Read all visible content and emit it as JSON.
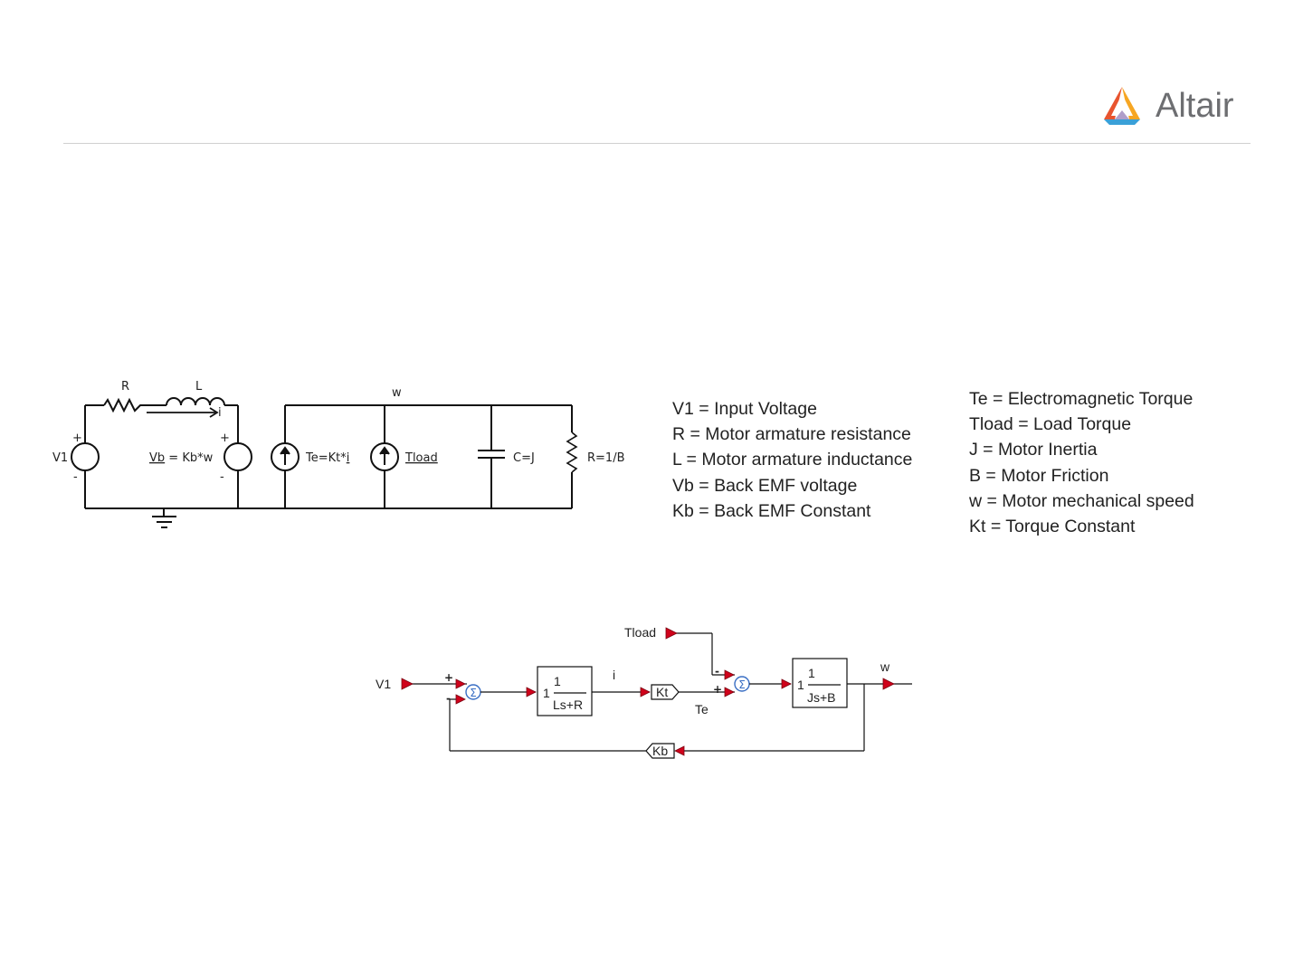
{
  "logo": {
    "text": "Altair",
    "icon": "altair-triangle-logo-icon"
  },
  "circuit": {
    "labels": {
      "R": "R",
      "L": "L",
      "i": "i",
      "w": "w",
      "V1": "V1",
      "plus_v1": "+",
      "minus_v1": "-",
      "vb_name": "Vb",
      "vb_rest": " = Kb*w",
      "plus_vb": "+",
      "minus_vb": "-",
      "te_lead": "Te=Kt*",
      "te_i": "i",
      "tload": "Tload",
      "cap": "C=J",
      "res": "R=1/B"
    }
  },
  "legend_left": [
    "V1 = Input Voltage",
    "R = Motor armature resistance",
    "L = Motor armature inductance",
    "Vb = Back EMF voltage",
    "Kb = Back EMF Constant"
  ],
  "legend_right": [
    "Te = Electromagnetic Torque",
    "Tload = Load Torque",
    "J = Motor Inertia",
    "B = Motor Friction",
    "w = Motor mechanical speed",
    "Kt = Torque Constant"
  ],
  "block": {
    "V1": "V1",
    "Tload": "Tload",
    "i": "i",
    "Te": "Te",
    "w": "w",
    "plus1": "+",
    "minus1": "-",
    "plus2": "+",
    "minus2": "-",
    "sigma": "Σ",
    "tf1_num": "1",
    "tf1_gain": "1",
    "tf1_den": "Ls+R",
    "tf2_num": "1",
    "tf2_gain": "1",
    "tf2_den": "Js+B",
    "kt": "Kt",
    "kb": "Kb"
  },
  "colors": {
    "arrow": "#d0021b",
    "sum_blue": "#3a6fc4",
    "line": "#111111",
    "logo_text": "#6d6e71"
  }
}
